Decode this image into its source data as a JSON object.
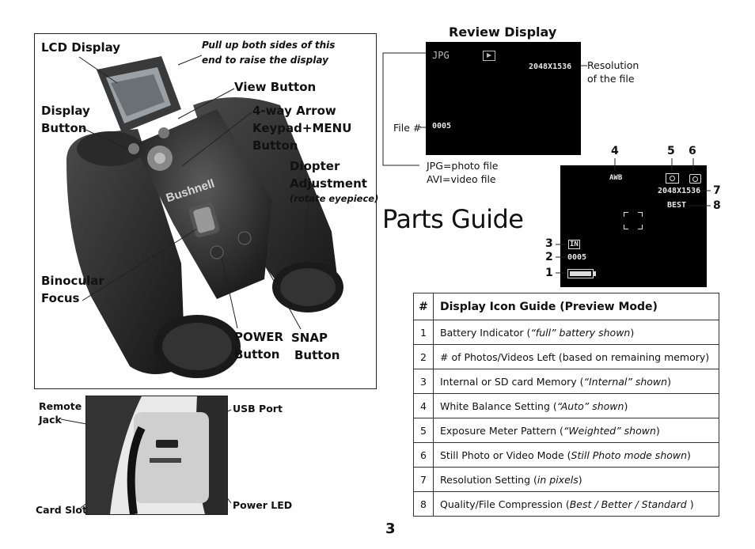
{
  "binocular_labels": {
    "lcd_display": "LCD Display",
    "pull_up_note_1": "Pull up both sides of this",
    "pull_up_note_2": "end to raise the display",
    "view_button": "View Button",
    "display_button_1": "Display",
    "display_button_2": "Button",
    "arrow_keypad_1": "4-way Arrow",
    "arrow_keypad_2": "Keypad+MENU",
    "arrow_keypad_3": "Button",
    "diopter_1": "Diopter",
    "diopter_2": "Adjustment",
    "diopter_note": "(rotate eyepiece)",
    "binocular_focus_1": "Binocular",
    "binocular_focus_2": "Focus",
    "power_button_1": "POWER",
    "power_button_2": "Button",
    "snap_button_1": "SNAP",
    "snap_button_2": "Button",
    "brand": "Bushnell"
  },
  "port_labels": {
    "remote_jack_1": "Remote",
    "remote_jack_2": "Jack",
    "usb_port": "USB Port",
    "card_slot": "Card Slot",
    "power_led": "Power LED"
  },
  "review_display": {
    "heading": "Review Display",
    "screen_format": "JPG",
    "screen_resolution": "2048X1536",
    "screen_file_no": "0005",
    "resolution_label_1": "Resolution",
    "resolution_label_2": "of the file",
    "file_no_label": "File #",
    "format_label_1": "JPG=photo file",
    "format_label_2": "AVI=video file"
  },
  "preview_display": {
    "wb": "AWB",
    "resolution": "2048X1536",
    "quality": "BEST",
    "memory": "IN",
    "count": "0005",
    "markers": [
      "1",
      "2",
      "3",
      "4",
      "5",
      "6",
      "7",
      "8"
    ]
  },
  "page_title": "Parts Guide",
  "table": {
    "header_num": "#",
    "header_title": "Display Icon Guide (Preview Mode)",
    "rows": [
      {
        "n": "1",
        "text": "Battery Indicator (",
        "note": "“full”  battery shown",
        "tail": ")"
      },
      {
        "n": "2",
        "text": "# of Photos/Videos Left (based on remaining memory)",
        "note": "",
        "tail": ""
      },
      {
        "n": "3",
        "text": "Internal or SD card Memory (",
        "note": "“Internal” shown",
        "tail": ")"
      },
      {
        "n": "4",
        "text": "White Balance Setting (",
        "note": "“Auto” shown",
        "tail": ")"
      },
      {
        "n": "5",
        "text": "Exposure Meter Pattern (",
        "note": "“Weighted” shown",
        "tail": ")"
      },
      {
        "n": "6",
        "text": "Still Photo or Video Mode (",
        "note": "Still Photo mode shown",
        "tail": ")"
      },
      {
        "n": "7",
        "text": "Resolution Setting (",
        "note": "in pixels",
        "tail": ")"
      },
      {
        "n": "8",
        "text": "Quality/File Compression (",
        "note": "Best / Better / Standard",
        "tail": " )"
      }
    ]
  },
  "page_number": "3"
}
